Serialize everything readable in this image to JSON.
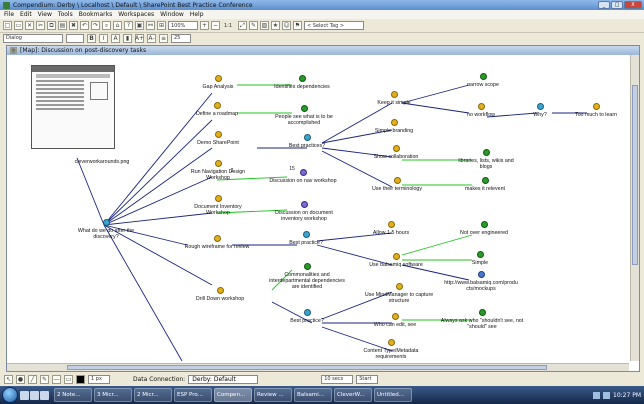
{
  "window": {
    "title": "Compendium: Derby \\ Localhost \\ Default \\ SharePoint Best Practice Conference",
    "controls": [
      "_",
      "□",
      "X"
    ]
  },
  "menu": [
    "File",
    "Edit",
    "View",
    "Tools",
    "Bookmarks",
    "Workspaces",
    "Window",
    "Help"
  ],
  "toolbar": {
    "zoom": "100%",
    "scale": "1:1",
    "tag_placeholder": "< Select Tag >",
    "font": "Dialog",
    "font_size": "25"
  },
  "map": {
    "tab_title": "[Map]: Discussion on post-discovery tasks",
    "image_caption": "cleverworkarounds.png",
    "nodes": {
      "center": "What do we do after the discovery?",
      "gap": "Gap Analysis",
      "roadmap": "Define a roadmap",
      "demo_sp": "Demo SharePoint",
      "nav_workshop": "Run Navigation Design Workshop",
      "doc_inv_workshop": "Document Inventory Workshop",
      "rough_wire": "Rough wireframe for review",
      "drill_down": "Drill Down workshop",
      "identifies_deps": "Identifies dependencies",
      "people_see": "People see what is to be accomplished",
      "best_practices_1": "Best practices?",
      "disc_nav": "Discussion on nav workshop",
      "disc_doc_inv": "Discussion on document inventory workshop",
      "best_practice_2": "Best practice?",
      "commonalities": "Commonalities and interdepartmental dependencies are identified",
      "best_practice_3": "Best practice?",
      "keep_simple": "Keep it simple",
      "simple_branding": "Simple branding",
      "show_collab": "Show collaboration",
      "use_terms": "Use their terminology",
      "narrow_scope": "narrow scope",
      "no_workflow": "no workflow",
      "why": "Why?",
      "too_much": "Too much to learn",
      "libraries": "libraries, lists, wikis and blogs",
      "relevant": "makes it relevent",
      "allow_hours": "Allow 1.5 hours",
      "use_balsamiq": "Use balsamiq software",
      "not_over": "Not over engineered",
      "simple": "Simple",
      "balsamiq_url": "http://www.balsamiq.com/products/mockups",
      "use_mindmanager": "Use MindManager to capture structure",
      "who_edit": "Who can edit, see",
      "always_ask": "Always ask who \"shouldn't see, not \"should\" see",
      "content_type": "Content Type/Metadata requirements",
      "nav_count": "2",
      "doc_count": "15"
    }
  },
  "status": {
    "line_width": "1 px",
    "connection_label": "Data Connection:",
    "connection_value": "Derby: Default",
    "interval": "10 secs",
    "start": "Start"
  },
  "taskbar": {
    "tasks": [
      "2 Note...",
      "3 Micr...",
      "2 Micr...",
      "ESP Pro...",
      "Compen...",
      "Review ...",
      "Balsami...",
      "CleverW...",
      "Untitled..."
    ],
    "clock": "10:27 PM"
  },
  "colors": {
    "question": "#e0b020",
    "pro": "#2a9a2a",
    "edge_blue": "#1a237e",
    "edge_green": "#22c422"
  }
}
